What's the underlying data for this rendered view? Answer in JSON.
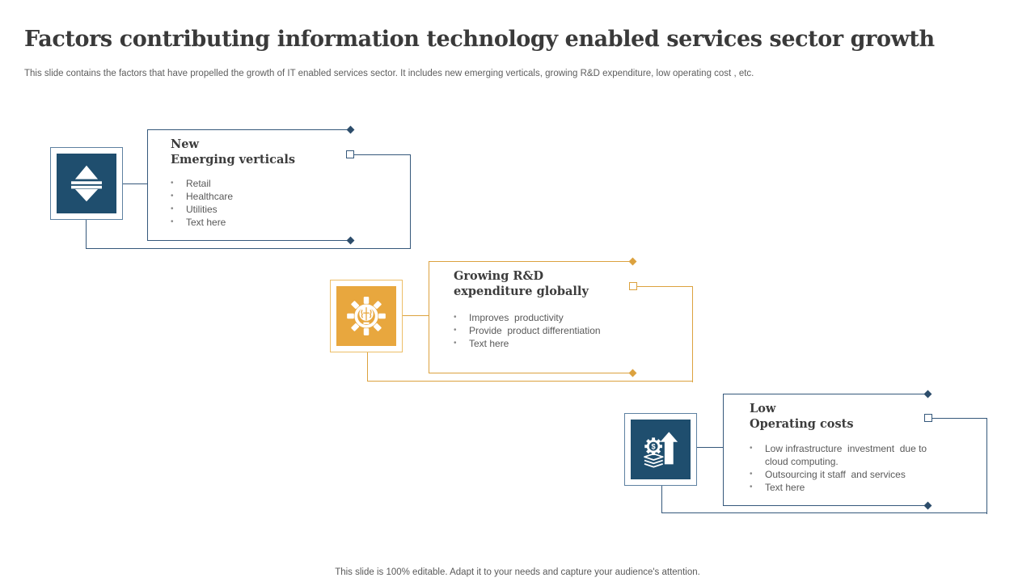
{
  "slide": {
    "title": "Factors contributing information technology enabled services sector growth",
    "subtitle": "This slide contains the factors that have propelled the growth of IT  enabled services sector. It includes new emerging verticals, growing R&D expenditure, low operating cost , etc.",
    "footer": "This slide is 100% editable. Adapt it to your needs and capture your audience's attention."
  },
  "colors": {
    "navy_fill": "#1F4E6E",
    "navy_line": "#35587B",
    "orange_fill": "#E8A73E",
    "orange_line": "#DCA23F",
    "heading_text": "#3C3C3C",
    "body_text": "#595959"
  },
  "factors": [
    {
      "id": "new-emerging-verticals",
      "icon": "up-down-arrows-icon",
      "accent": "navy",
      "heading1": "New",
      "heading2": "Emerging verticals",
      "bullets": [
        "Retail",
        "Healthcare",
        "Utilities",
        "Text here"
      ]
    },
    {
      "id": "growing-rd-expenditure",
      "icon": "gear-brain-icon",
      "accent": "orange",
      "heading1": "Growing R&D",
      "heading2": "expenditure globally",
      "bullets": [
        "Improves  productivity",
        "Provide  product differentiation",
        "Text here"
      ]
    },
    {
      "id": "low-operating-costs",
      "icon": "money-growth-arrow-icon",
      "accent": "navy",
      "heading1": "Low",
      "heading2": "Operating costs",
      "bullets": [
        "Low infrastructure  investment  due to\ncloud computing.",
        "Outsourcing it staff  and services",
        "Text here"
      ]
    }
  ]
}
